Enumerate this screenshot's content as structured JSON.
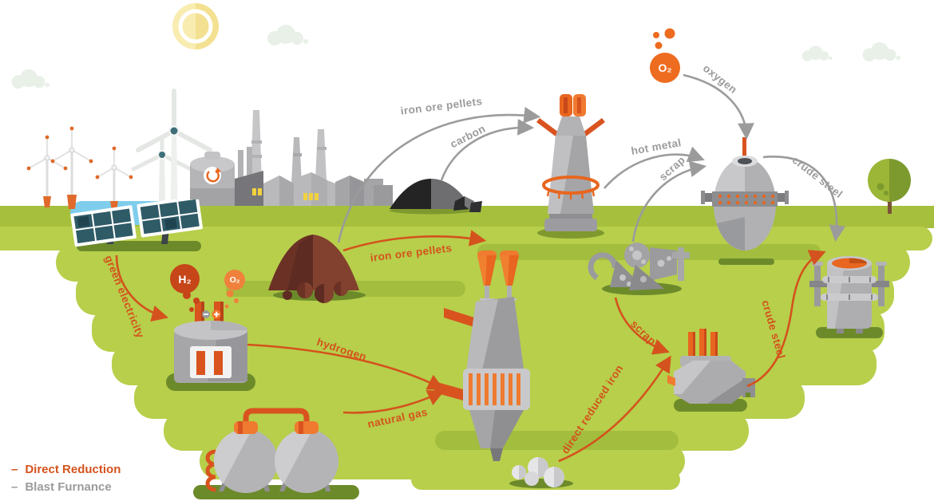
{
  "colors": {
    "accent_orange": "#d4521d",
    "machine_orange": "#e8661f",
    "route_gray": "#9b9b9b",
    "green_light": "#b7cf4b",
    "green_mid": "#a3bd3e",
    "green_band": "#a6c03e",
    "green_dark_base": "#6d8a2b"
  },
  "legend": {
    "dash": "–",
    "items": [
      {
        "label": "Direct Reduction",
        "color": "#d4521d"
      },
      {
        "label": "Blast Furnance",
        "color": "#9b9b9b"
      }
    ]
  },
  "molecules": {
    "h2": "H₂",
    "o2": "O₂",
    "o2_top": "O₂"
  },
  "electrolyzer": {
    "minus": "−",
    "plus": "+"
  },
  "flows": {
    "blast_furnace": {
      "iron_ore_pellets": "iron ore pellets",
      "carbon": "carbon",
      "oxygen": "oxygen",
      "hot_metal": "hot metal",
      "scrap": "scrap",
      "crude_steel": "crude steel"
    },
    "direct_reduction": {
      "green_electricity": "green electricity",
      "iron_ore_pellets": "iron ore pellets",
      "hydrogen": "hydrogen",
      "natural_gas": "natural gas",
      "scrap": "scrap",
      "direct_reduced_iron": "direct reduced iron",
      "crude_steel": "crude steel"
    }
  }
}
